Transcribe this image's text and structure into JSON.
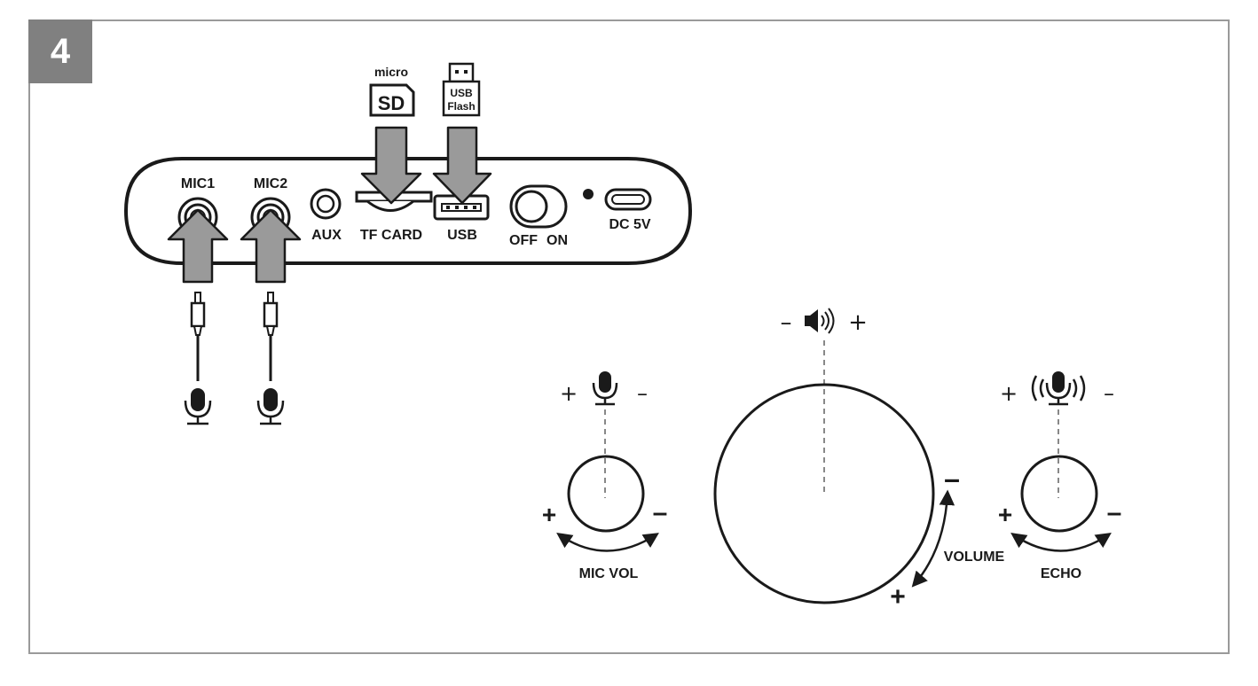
{
  "step_number": "4",
  "panel": {
    "ports": {
      "mic1": "MIC1",
      "mic2": "MIC2",
      "aux": "AUX",
      "tf_card": "TF CARD",
      "usb": "USB",
      "off": "OFF",
      "on": "ON",
      "dc": "DC 5V"
    }
  },
  "media": {
    "micro_sd_top": "micro",
    "micro_sd_logo": "SD",
    "usb_flash_line1": "USB",
    "usb_flash_line2": "Flash"
  },
  "knobs": {
    "mic_vol": {
      "label": "MIC VOL",
      "top_plus": "+",
      "top_minus": "–",
      "left_sign": "+",
      "right_sign": "–"
    },
    "volume": {
      "label": "VOLUME",
      "top_minus": "–",
      "top_plus": "+",
      "arc_top": "–",
      "arc_bottom": "+"
    },
    "echo": {
      "label": "ECHO",
      "top_plus": "+",
      "top_minus": "–",
      "left_sign": "+",
      "right_sign": "–"
    }
  },
  "colors": {
    "ink": "#1a1a1a",
    "arrow_fill": "#9a9a9a",
    "badge": "#808080",
    "frame": "#9a9a9a"
  }
}
